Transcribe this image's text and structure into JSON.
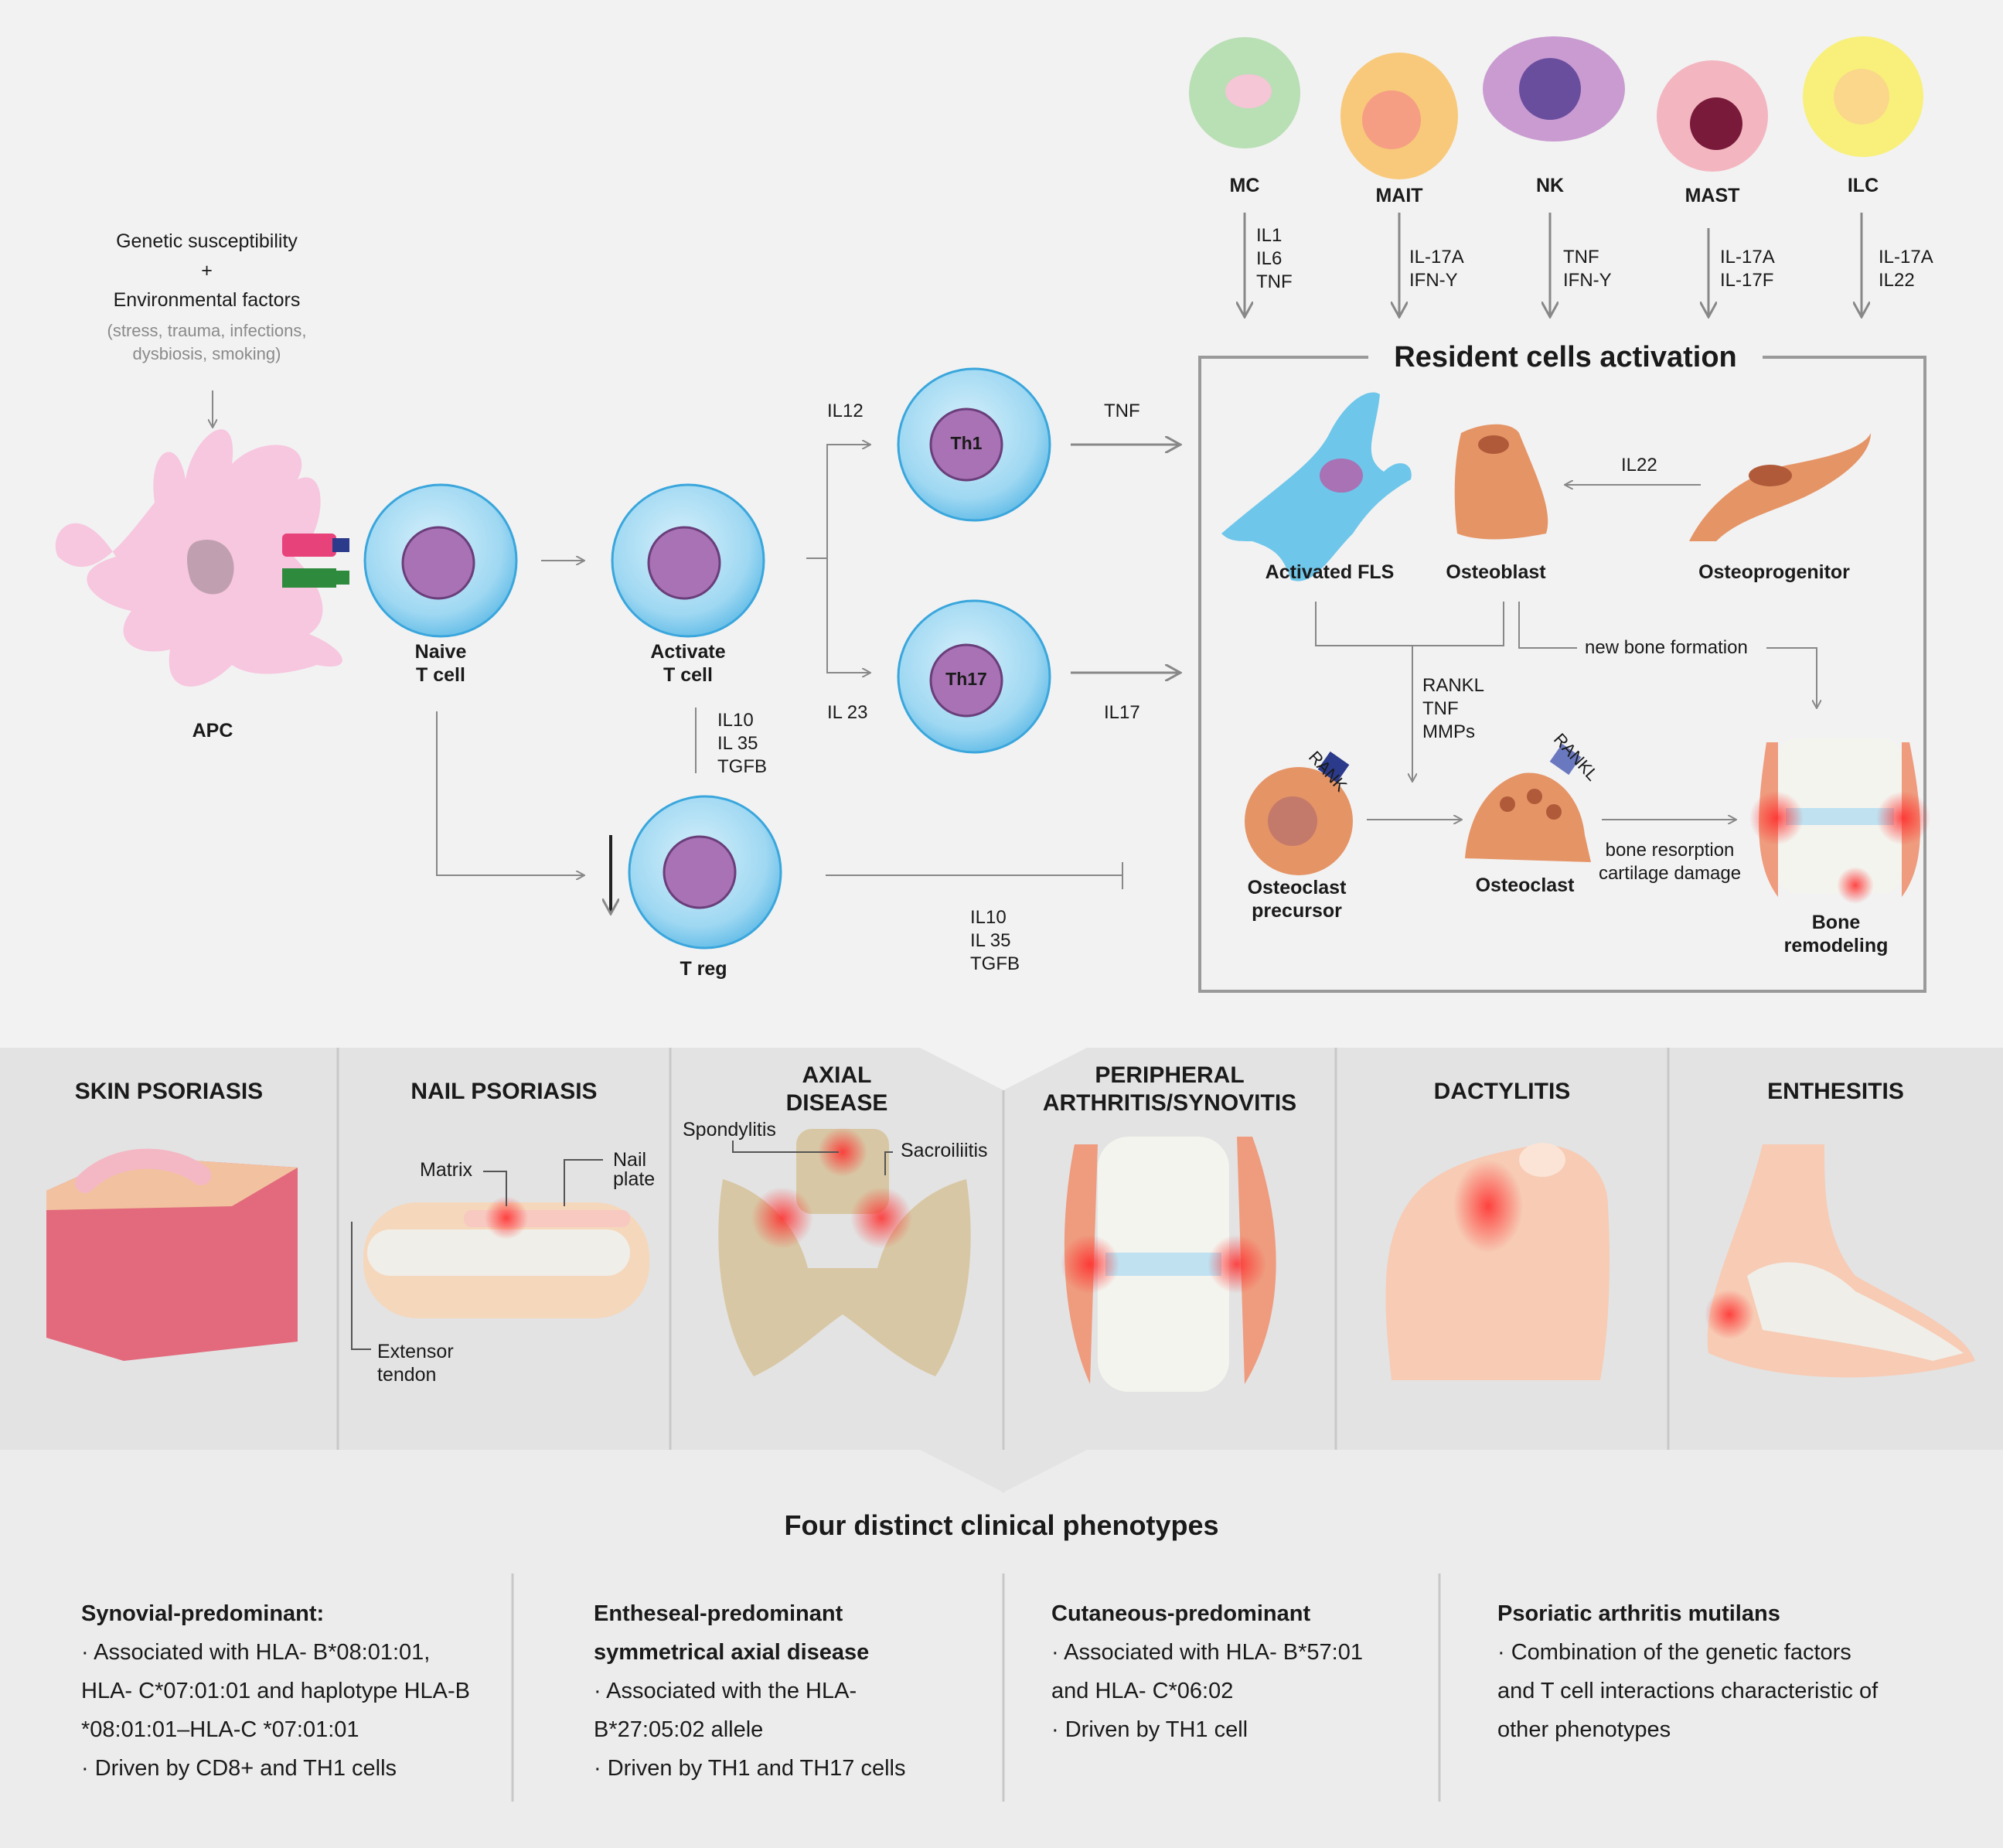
{
  "triggers": {
    "line1": "Genetic susceptibility",
    "plus": "+",
    "line2": "Environmental factors",
    "note1": "(stress, trauma, infections,",
    "note2": "dysbiosis, smoking)"
  },
  "cells": {
    "apc": "APC",
    "naive_1": "Naive",
    "naive_2": "T cell",
    "activate_1": "Activate",
    "activate_2": "T cell",
    "th1": "Th1",
    "th17": "Th17",
    "treg": "T reg"
  },
  "cytokines": {
    "il12": "IL12",
    "il23": "IL 23",
    "tnf": "TNF",
    "il17": "IL17",
    "treg_up": "IL10\nIL 35\nTGFB",
    "treg_right": "IL10\nIL 35\nTGFB"
  },
  "resident_cells": [
    {
      "label": "MC",
      "cytokines": "IL1\nIL6\nTNF",
      "color": "#b9dfb4"
    },
    {
      "label": "MAIT",
      "cytokines": "IL-17A\nIFN-Y",
      "color": "#f8c97a"
    },
    {
      "label": "NK",
      "cytokines": "TNF\nIFN-Y",
      "color": "#c99bd1"
    },
    {
      "label": "MAST",
      "cytokines": "IL-17A\nIL-17F",
      "color": "#f3b6c0"
    },
    {
      "label": "ILC",
      "cytokines": "IL-17A\nIL22",
      "color": "#f8f07a"
    }
  ],
  "activation_box": {
    "title": "Resident cells activation",
    "fls": "Activated FLS",
    "osteoblast": "Osteoblast",
    "osteoprogenitor": "Osteoprogenitor",
    "il22": "IL22",
    "new_bone": "new bone formation",
    "rankl_list": "RANKL\nTNF\nMMPs",
    "rank": "RANK",
    "rankl": "RANKL",
    "osteoclast_precursor_1": "Osteoclast",
    "osteoclast_precursor_2": "precursor",
    "osteoclast": "Osteoclast",
    "resorption_1": "bone resorption",
    "resorption_2": "cartilage damage",
    "remodel_1": "Bone",
    "remodel_2": "remodeling"
  },
  "phenotype_panels": [
    {
      "title": "SKIN PSORIASIS"
    },
    {
      "title": "NAIL PSORIASIS",
      "labels": {
        "matrix": "Matrix",
        "nail_1": "Nail",
        "nail_2": "plate",
        "tendon_1": "Extensor",
        "tendon_2": "tendon"
      }
    },
    {
      "title_1": "AXIAL",
      "title_2": "DISEASE",
      "labels": {
        "spondylitis": "Spondylitis",
        "sacroiliitis": "Sacroiliitis"
      }
    },
    {
      "title_1": "PERIPHERAL",
      "title_2": "ARTHRITIS/SYNOVITIS"
    },
    {
      "title": "DACTYLITIS"
    },
    {
      "title": "ENTHESITIS"
    }
  ],
  "clinical": {
    "title": "Four distinct clinical phenotypes",
    "columns": [
      {
        "heading": [
          "Synovial-predominant:"
        ],
        "lines": [
          "· Associated with HLA- B*08:01:01,",
          "HLA- C*07:01:01 and haplotype HLA-B",
          "*08:01:01–HLA-C *07:01:01",
          "· Driven by CD8+ and TH1 cells"
        ]
      },
      {
        "heading": [
          "Entheseal-predominant",
          "symmetrical axial disease"
        ],
        "lines": [
          "· Associated with the HLA-",
          "B*27:05:02 allele",
          "· Driven by TH1 and TH17 cells"
        ]
      },
      {
        "heading": [
          "Cutaneous-predominant"
        ],
        "lines": [
          "· Associated with HLA- B*57:01",
          "and HLA- C*06:02",
          "· Driven by TH1 cell"
        ]
      },
      {
        "heading": [
          "Psoriatic arthritis mutilans"
        ],
        "lines": [
          "· Combination of the genetic factors",
          "and T cell interactions characteristic of",
          "other phenotypes"
        ]
      }
    ]
  }
}
